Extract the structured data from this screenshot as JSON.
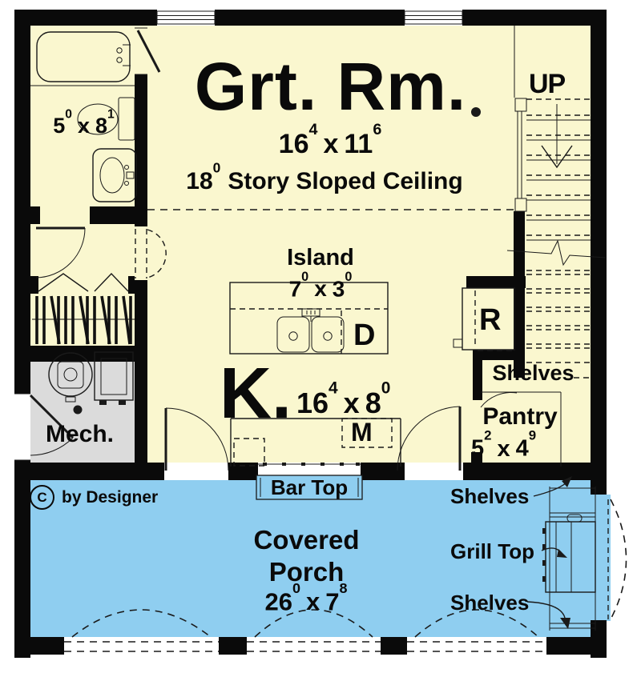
{
  "plan": {
    "great_room": {
      "name": "Grt. Rm.",
      "dim": {
        "a": "16",
        "as": "4",
        "x": "x",
        "b": "11",
        "bs": "6"
      },
      "ceiling": {
        "a": "18",
        "as": "0",
        "text": "Story Sloped Ceiling"
      }
    },
    "bathroom": {
      "dim": {
        "a": "5",
        "as": "0",
        "x": "x",
        "b": "8",
        "bs": "1"
      }
    },
    "island": {
      "name": "Island",
      "dim": {
        "a": "7",
        "as": "0",
        "x": "x",
        "b": "3",
        "bs": "0"
      }
    },
    "kitchen": {
      "name": "K.",
      "dim": {
        "a": "16",
        "as": "4",
        "x": "x",
        "b": "8",
        "bs": "0"
      }
    },
    "pantry": {
      "name": "Pantry",
      "dim": {
        "a": "5",
        "as": "2",
        "x": "x",
        "b": "4",
        "bs": "9"
      }
    },
    "mech": {
      "name": "Mech."
    },
    "stairs": {
      "label": "UP"
    },
    "porch": {
      "line1": "Covered",
      "line2": "Porch",
      "dim": {
        "a": "26",
        "as": "0",
        "x": "x",
        "b": "7",
        "bs": "8"
      }
    },
    "labels": {
      "bar_top": "Bar Top",
      "shelves_under_stairs": "Shelves",
      "shelves_porch_top": "Shelves",
      "grill_top": "Grill Top",
      "shelves_porch_bottom": "Shelves",
      "refrigerator": "R",
      "dishwasher": "D",
      "microwave": "M"
    },
    "copyright": {
      "symbol": "C",
      "text": "by Designer"
    }
  },
  "colors": {
    "interior": "#FAF7CF",
    "porch": "#8FCEF0",
    "mech": "#DBDBDB",
    "wall": "#0a0a0a",
    "line": "#1a1a1a"
  }
}
